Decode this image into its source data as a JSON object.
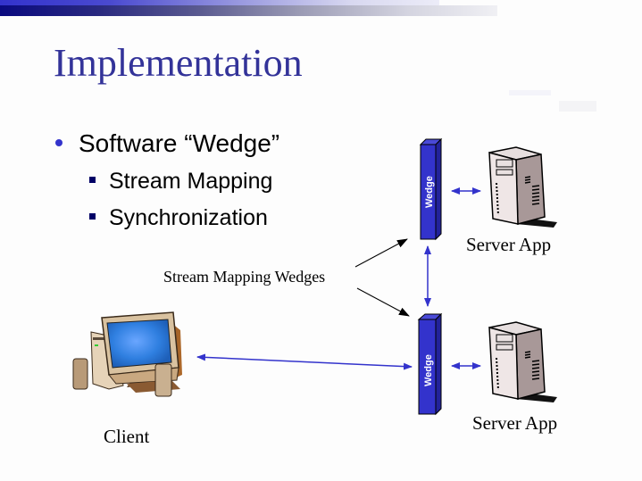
{
  "slide": {
    "title": "Implementation",
    "bullets": [
      {
        "text": "Software “Wedge”",
        "sub": [
          "Stream Mapping",
          "Synchronization"
        ]
      }
    ]
  },
  "diagram": {
    "wedge_label": "Wedge",
    "server_top_label": "Server App",
    "server_bottom_label": "Server App",
    "client_label": "Client",
    "annotation": "Stream Mapping Wedges",
    "icons": {
      "server": "server-tower-icon",
      "client": "desktop-computer-icon",
      "wedge": "wedge-block-icon"
    }
  },
  "colors": {
    "title": "#333399",
    "accent": "#3333cc",
    "wedge_front": "#3333cc",
    "wedge_side": "#22229a",
    "arrow_blue": "#3333cc",
    "arrow_black": "#000000"
  }
}
